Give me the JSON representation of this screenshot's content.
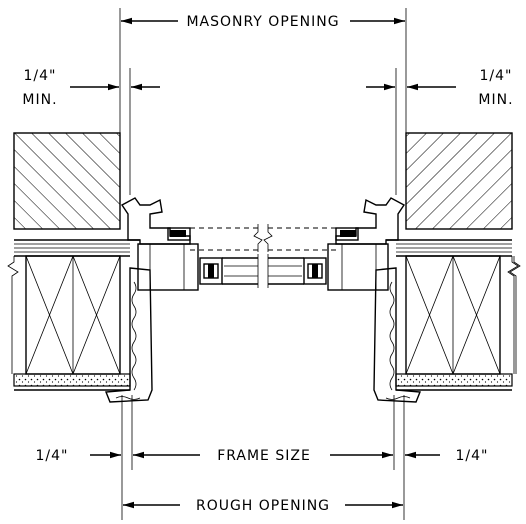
{
  "dimensions": {
    "masonry_opening": "MASONRY OPENING",
    "frame_size": "FRAME SIZE",
    "rough_opening": "ROUGH OPENING",
    "left_min_value": "1/4\"",
    "left_min_note": "MIN.",
    "right_min_value": "1/4\"",
    "right_min_note": "MIN.",
    "left_gap": "1/4\"",
    "right_gap": "1/4\""
  }
}
